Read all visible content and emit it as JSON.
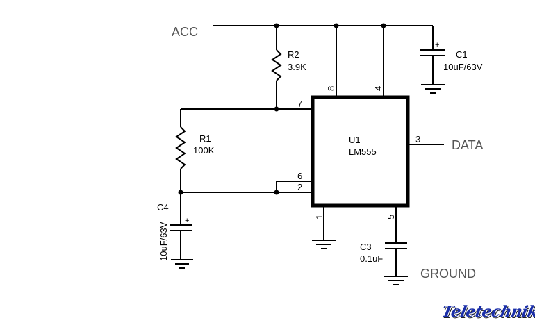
{
  "diagram": {
    "title": "LM555 timer circuit schematic",
    "nets": {
      "acc": "ACC",
      "data": "DATA",
      "ground": "GROUND"
    },
    "ic": {
      "ref": "U1",
      "part": "LM555",
      "pins": {
        "p1": "1",
        "p2": "2",
        "p3": "3",
        "p4": "4",
        "p5": "5",
        "p6": "6",
        "p7": "7",
        "p8": "8"
      }
    },
    "components": {
      "r1": {
        "ref": "R1",
        "value": "100K"
      },
      "r2": {
        "ref": "R2",
        "value": "3.9K"
      },
      "c1": {
        "ref": "C1",
        "value": "10uF/63V",
        "polarity": "+"
      },
      "c3": {
        "ref": "C3",
        "value": "0.1uF"
      },
      "c4": {
        "ref": "C4",
        "value": "10uF/63V",
        "polarity": "+"
      }
    },
    "watermark": "Teletechnika",
    "colors": {
      "wire": "#000000",
      "net_label": "#555555",
      "watermark": "#1a2ea8"
    }
  }
}
